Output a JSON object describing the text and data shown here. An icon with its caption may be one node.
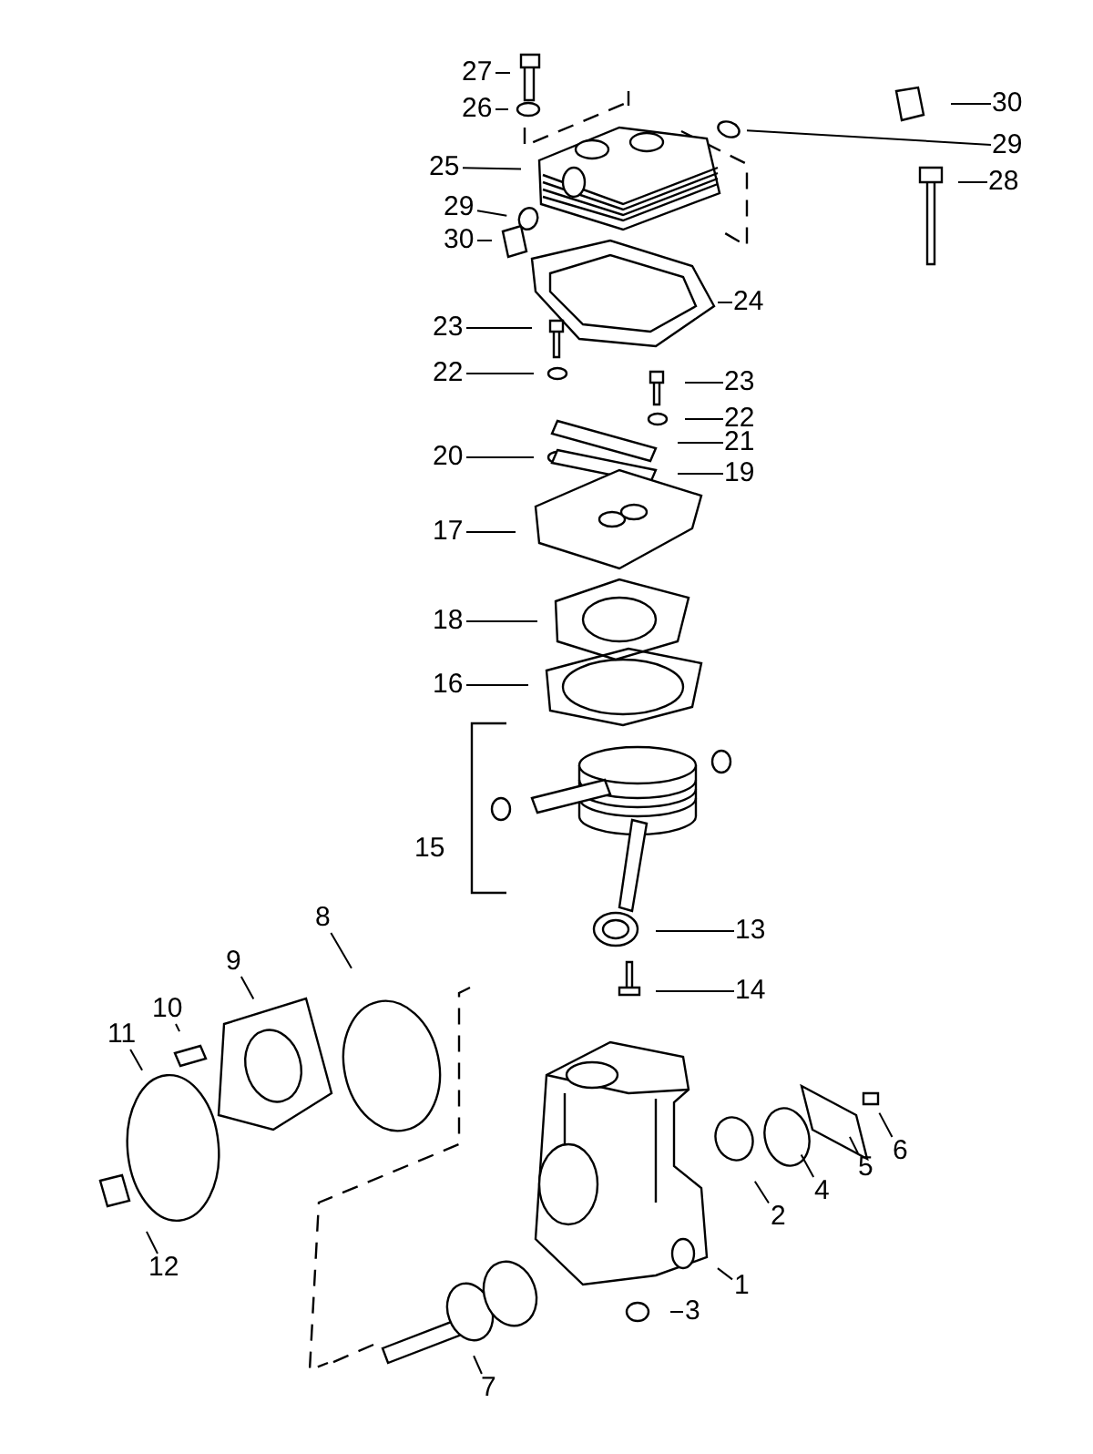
{
  "diagram": {
    "nodes": [
      {
        "text": [
          "27"
        ]
      },
      {
        "text": [
          "26"
        ]
      },
      {
        "text": [
          "30"
        ]
      },
      {
        "text": [
          "29"
        ]
      },
      {
        "text": [
          "25"
        ]
      },
      {
        "text": [
          "28"
        ]
      },
      {
        "text": [
          "29"
        ]
      },
      {
        "text": [
          "30"
        ]
      },
      {
        "text": [
          "24"
        ]
      },
      {
        "text": [
          "23"
        ]
      },
      {
        "text": [
          "22"
        ]
      },
      {
        "text": [
          "23"
        ]
      },
      {
        "text": [
          "22"
        ]
      },
      {
        "text": [
          "21"
        ]
      },
      {
        "text": [
          "20"
        ]
      },
      {
        "text": [
          "19"
        ]
      },
      {
        "text": [
          "17"
        ]
      },
      {
        "text": [
          "18"
        ]
      },
      {
        "text": [
          "16"
        ]
      },
      {
        "text": [
          "13"
        ]
      },
      {
        "text": [
          "14"
        ]
      },
      {
        "text": [
          "8"
        ]
      },
      {
        "text": [
          "9"
        ]
      },
      {
        "text": [
          "10"
        ]
      },
      {
        "text": [
          "11"
        ]
      },
      {
        "text": [
          "6"
        ]
      },
      {
        "text": [
          "5"
        ]
      },
      {
        "text": [
          "4"
        ]
      },
      {
        "text": [
          "2"
        ]
      },
      {
        "text": [
          "12"
        ]
      },
      {
        "text": [
          "1"
        ]
      },
      {
        "text": [
          "3"
        ]
      },
      {
        "text": [
          "7"
        ]
      }
    ],
    "edges": [
      {
        "from": 0,
        "to": null,
        "arrow": "none"
      },
      {
        "from": 1,
        "to": null,
        "arrow": "none"
      },
      {
        "from": 2,
        "to": null,
        "arrow": "none"
      },
      {
        "from": 3,
        "to": null,
        "arrow": "none"
      },
      {
        "from": 4,
        "to": null,
        "arrow": "none"
      },
      {
        "from": 5,
        "to": null,
        "arrow": "none"
      },
      {
        "from": 6,
        "to": null,
        "arrow": "none"
      },
      {
        "from": 7,
        "to": null,
        "arrow": "none"
      },
      {
        "from": 8,
        "to": null,
        "arrow": "none"
      },
      {
        "from": 9,
        "to": null,
        "arrow": "none"
      },
      {
        "from": 10,
        "to": null,
        "arrow": "none"
      },
      {
        "from": 11,
        "to": null,
        "arrow": "none"
      },
      {
        "from": 12,
        "to": null,
        "arrow": "none"
      },
      {
        "from": 13,
        "to": null,
        "arrow": "none"
      },
      {
        "from": 14,
        "to": null,
        "arrow": "none"
      },
      {
        "from": 15,
        "to": null,
        "arrow": "none"
      },
      {
        "from": 16,
        "to": null,
        "arrow": "none"
      },
      {
        "from": 17,
        "to": null,
        "arrow": "none"
      },
      {
        "from": 18,
        "to": null,
        "arrow": "none"
      },
      {
        "from": 19,
        "to": null,
        "arrow": "none"
      },
      {
        "from": 20,
        "to": null,
        "arrow": "none"
      },
      {
        "from": 21,
        "to": null,
        "arrow": "none"
      },
      {
        "from": 22,
        "to": null,
        "arrow": "none"
      },
      {
        "from": 23,
        "to": null,
        "arrow": "none"
      },
      {
        "from": 24,
        "to": null,
        "arrow": "none"
      },
      {
        "from": 25,
        "to": null,
        "arrow": "none"
      },
      {
        "from": 26,
        "to": null,
        "arrow": "none"
      },
      {
        "from": 27,
        "to": null,
        "arrow": "none"
      },
      {
        "from": 28,
        "to": null,
        "arrow": "none"
      },
      {
        "from": 29,
        "to": null,
        "arrow": "none"
      },
      {
        "from": 30,
        "to": null,
        "arrow": "none"
      },
      {
        "from": 31,
        "to": null,
        "arrow": "none"
      },
      {
        "from": 32,
        "to": null,
        "arrow": "none"
      }
    ],
    "labels": [
      "15"
    ]
  }
}
